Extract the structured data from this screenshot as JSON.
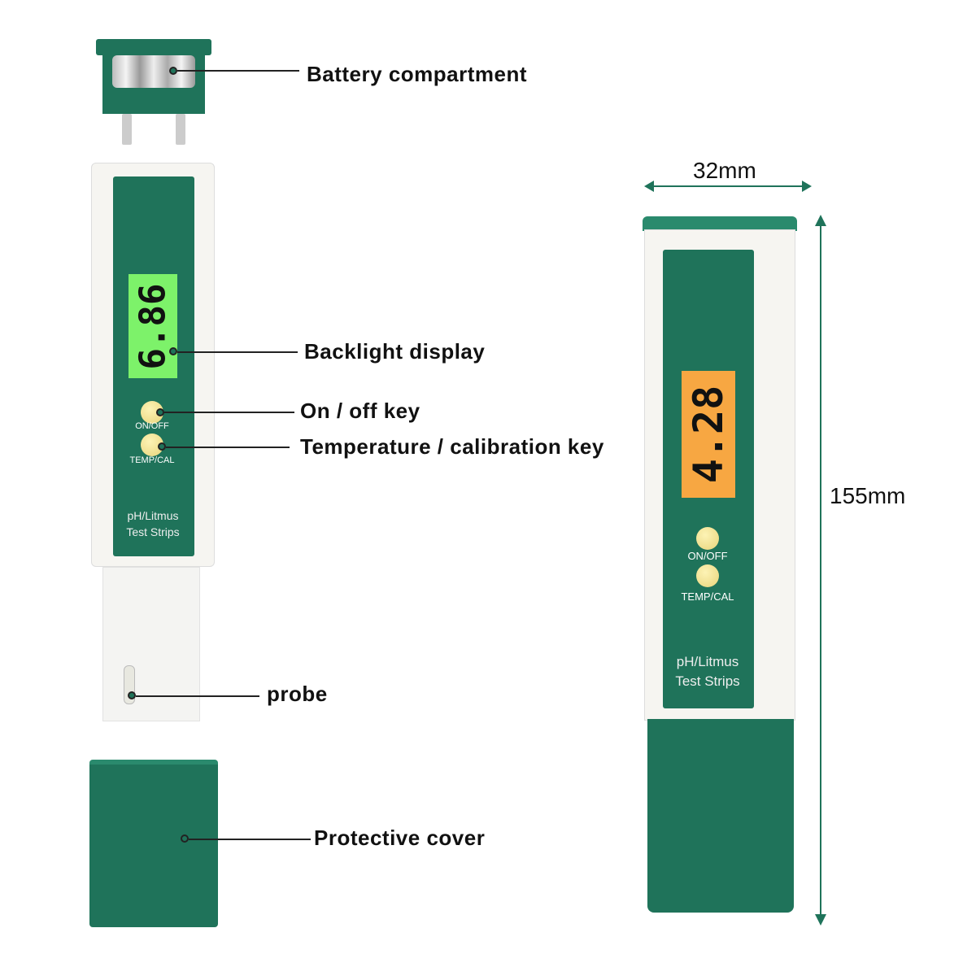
{
  "callouts": {
    "battery": "Battery compartment",
    "display": "Backlight display",
    "onoff": "On / off key",
    "tempcal": "Temperature / calibration key",
    "probe": "probe",
    "cover": "Protective cover"
  },
  "meter": {
    "onoff_label": "ON/OFF",
    "tempcal_label": "TEMP/CAL",
    "brand_line1": "pH/Litmus",
    "brand_line2": "Test Strips",
    "left_reading": "6.86",
    "right_reading": "4.28"
  },
  "dimensions": {
    "width": "32mm",
    "height": "155mm"
  },
  "colors": {
    "body_green": "#1f735a",
    "lcd_green": "#7df26a",
    "lcd_orange": "#f7a742"
  }
}
